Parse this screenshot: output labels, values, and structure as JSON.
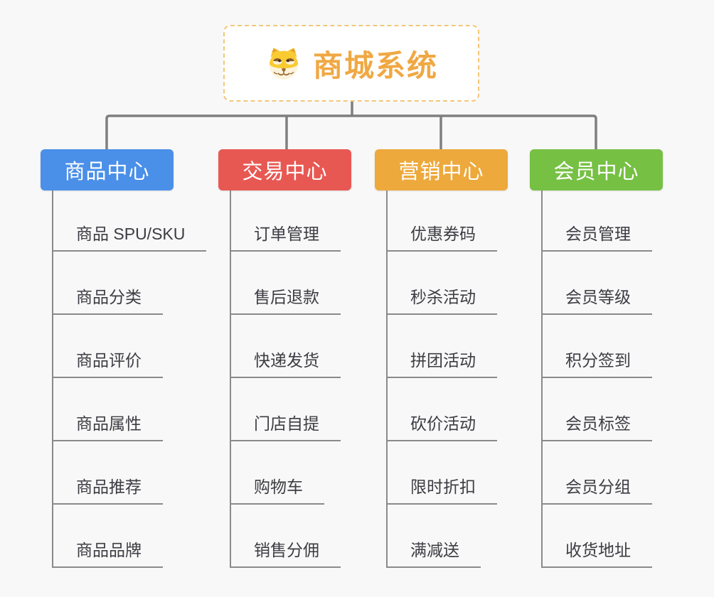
{
  "root": {
    "title": "商城系统",
    "icon": "dog-icon",
    "title_color": "#F0A843",
    "border_color": "#F3C779"
  },
  "branches": [
    {
      "label": "商品中心",
      "color": "#4A8FE8",
      "children": [
        "商品 SPU/SKU",
        "商品分类",
        "商品评价",
        "商品属性",
        "商品推荐",
        "商品品牌"
      ]
    },
    {
      "label": "交易中心",
      "color": "#E85853",
      "children": [
        "订单管理",
        "售后退款",
        "快递发货",
        "门店自提",
        "购物车",
        "销售分佣"
      ]
    },
    {
      "label": "营销中心",
      "color": "#EDA93C",
      "children": [
        "优惠券码",
        "秒杀活动",
        "拼团活动",
        "砍价活动",
        "限时折扣",
        "满减送"
      ]
    },
    {
      "label": "会员中心",
      "color": "#76C044",
      "children": [
        "会员管理",
        "会员等级",
        "积分签到",
        "会员标签",
        "会员分组",
        "收货地址"
      ]
    }
  ],
  "connector_color": "#7F7F7F"
}
